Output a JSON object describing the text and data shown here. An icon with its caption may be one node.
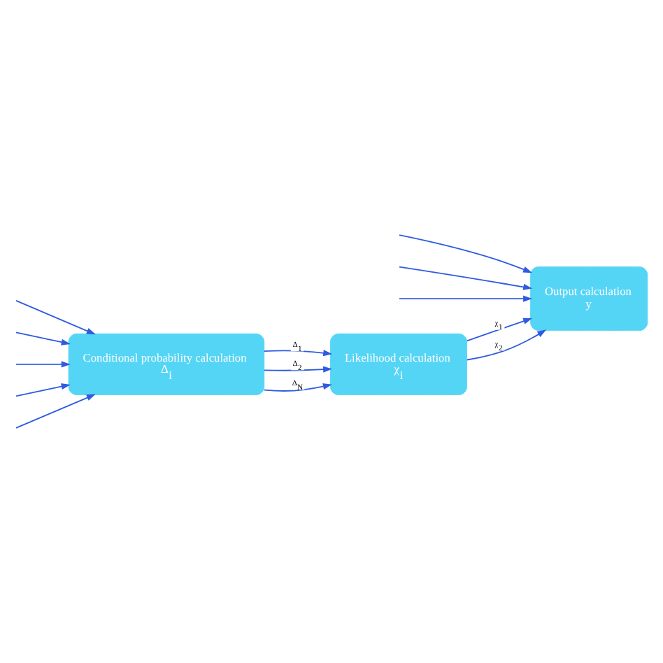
{
  "diagram": {
    "nodes": [
      {
        "text": [
          "Conditional probability calculation",
          "Δ$_{i}$"
        ]
      },
      {
        "text": [
          "Likelihood calculation",
          "χ$_{i}$"
        ]
      },
      {
        "text": [
          "Output calculation",
          "y"
        ]
      }
    ],
    "edges": [
      {
        "from": null,
        "to": 0,
        "arrow": "to"
      },
      {
        "from": null,
        "to": 0,
        "arrow": "to"
      },
      {
        "from": null,
        "to": 0,
        "arrow": "to"
      },
      {
        "from": null,
        "to": 0,
        "arrow": "to"
      },
      {
        "from": null,
        "to": 0,
        "arrow": "to"
      },
      {
        "from": 0,
        "to": 1,
        "arrow": "to",
        "label": "Δ$_{1}$"
      },
      {
        "from": 0,
        "to": 1,
        "arrow": "to",
        "label": "Δ$_{2}$"
      },
      {
        "from": 0,
        "to": 1,
        "arrow": "to",
        "label": "Δ$_{N}$"
      },
      {
        "from": 1,
        "to": 2,
        "arrow": "to",
        "label": "χ$_{1}$"
      },
      {
        "from": 1,
        "to": 2,
        "arrow": "to",
        "label": "χ$_{2}$"
      },
      {
        "from": null,
        "to": 2,
        "arrow": "to"
      },
      {
        "from": null,
        "to": 2,
        "arrow": "to"
      },
      {
        "from": null,
        "to": 2,
        "arrow": "to"
      }
    ]
  }
}
